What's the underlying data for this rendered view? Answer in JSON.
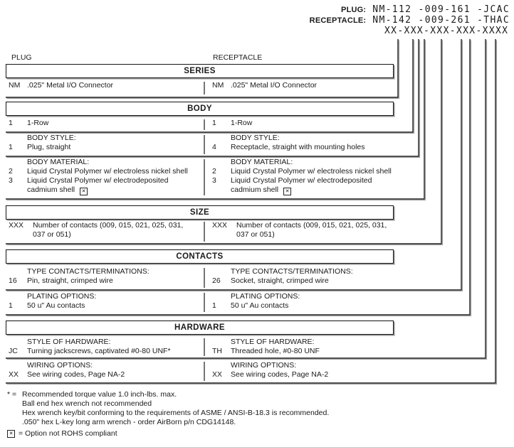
{
  "header": {
    "plug_label": "PLUG:",
    "plug_value": "NM-112 -009-161 -JCAC",
    "receptacle_label": "RECEPTACLE:",
    "receptacle_value": "NM-142 -009-261 -THAC",
    "template_value": "XX-XXX-XXX-XXX-XXXX"
  },
  "columns": {
    "left": "PLUG",
    "right": "RECEPTACLE"
  },
  "sections": {
    "series": "SERIES",
    "body": "BODY",
    "size": "SIZE",
    "contacts": "CONTACTS",
    "hardware": "HARDWARE"
  },
  "groups": {
    "series_row": {
      "left": {
        "rows": [
          {
            "code": "NM",
            "desc": ".025\" Metal I/O Connector"
          }
        ]
      },
      "right": {
        "rows": [
          {
            "code": "NM",
            "desc": ".025\" Metal I/O Connector"
          }
        ]
      }
    },
    "body_row": {
      "left": {
        "rows": [
          {
            "code": "1",
            "desc": "1-Row"
          }
        ]
      },
      "right": {
        "rows": [
          {
            "code": "1",
            "desc": "1-Row"
          }
        ]
      }
    },
    "body_style": {
      "left": {
        "label": "BODY STYLE:",
        "rows": [
          {
            "code": "1",
            "desc": "Plug, straight"
          }
        ]
      },
      "right": {
        "label": "BODY STYLE:",
        "rows": [
          {
            "code": "4",
            "desc": "Receptacle, straight with mounting holes"
          }
        ]
      }
    },
    "body_material": {
      "left": {
        "label": "BODY MATERIAL:",
        "rows": [
          {
            "code": "2",
            "desc": "Liquid Crystal Polymer w/ electroless nickel shell"
          },
          {
            "code": "3",
            "desc": "Liquid Crystal Polymer w/ electrodeposited",
            "desc2": "cadmium shell",
            "not_rohs": true
          }
        ]
      },
      "right": {
        "label": "BODY MATERIAL:",
        "rows": [
          {
            "code": "2",
            "desc": "Liquid Crystal Polymer w/ electroless nickel shell"
          },
          {
            "code": "3",
            "desc": "Liquid Crystal Polymer w/ electrodeposited",
            "desc2": "cadmium shell",
            "not_rohs": true
          }
        ]
      }
    },
    "size_row": {
      "left": {
        "rows": [
          {
            "code": "XXX",
            "desc": "Number of contacts (009, 015, 021, 025, 031,",
            "desc2": "037 or 051)"
          }
        ]
      },
      "right": {
        "rows": [
          {
            "code": "XXX",
            "desc": "Number of contacts (009, 015, 021, 025, 031,",
            "desc2": "037 or 051)"
          }
        ]
      }
    },
    "type_contacts": {
      "left": {
        "label": "TYPE CONTACTS/TERMINATIONS:",
        "rows": [
          {
            "code": "16",
            "desc": "Pin, straight, crimped wire"
          }
        ]
      },
      "right": {
        "label": "TYPE CONTACTS/TERMINATIONS:",
        "rows": [
          {
            "code": "26",
            "desc": "Socket, straight, crimped wire"
          }
        ]
      }
    },
    "plating": {
      "left": {
        "label": "PLATING OPTIONS:",
        "rows": [
          {
            "code": "1",
            "desc": "50 u\" Au contacts"
          }
        ]
      },
      "right": {
        "label": "PLATING OPTIONS:",
        "rows": [
          {
            "code": "1",
            "desc": "50 u\" Au contacts"
          }
        ]
      }
    },
    "style_hardware": {
      "left": {
        "label": "STYLE OF HARDWARE:",
        "rows": [
          {
            "code": "JC",
            "desc": "Turning jackscrews, captivated #0-80 UNF*"
          }
        ]
      },
      "right": {
        "label": "STYLE OF HARDWARE:",
        "rows": [
          {
            "code": "TH",
            "desc": "Threaded hole, #0-80 UNF"
          }
        ]
      }
    },
    "wiring": {
      "left": {
        "label": "WIRING OPTIONS:",
        "rows": [
          {
            "code": "XX",
            "desc": "See wiring codes, Page NA-2"
          }
        ]
      },
      "right": {
        "label": "WIRING OPTIONS:",
        "rows": [
          {
            "code": "XX",
            "desc": "See wiring codes, Page NA-2"
          }
        ]
      }
    }
  },
  "footnotes": {
    "asterisk_prefix": "* =",
    "line1": "Recommended torque value 1.0 inch-lbs. max.",
    "line2": "Ball end hex wrench not recommended",
    "line3": "Hex wrench key/bit conforming to the requirements of ASME / ANSI-B-18.3 is recommended.",
    "line4": ".050\" hex L-key long arm wrench - order AirBorn p/n CDG14148.",
    "rohs_suffix": "= Option not ROHS compliant"
  }
}
